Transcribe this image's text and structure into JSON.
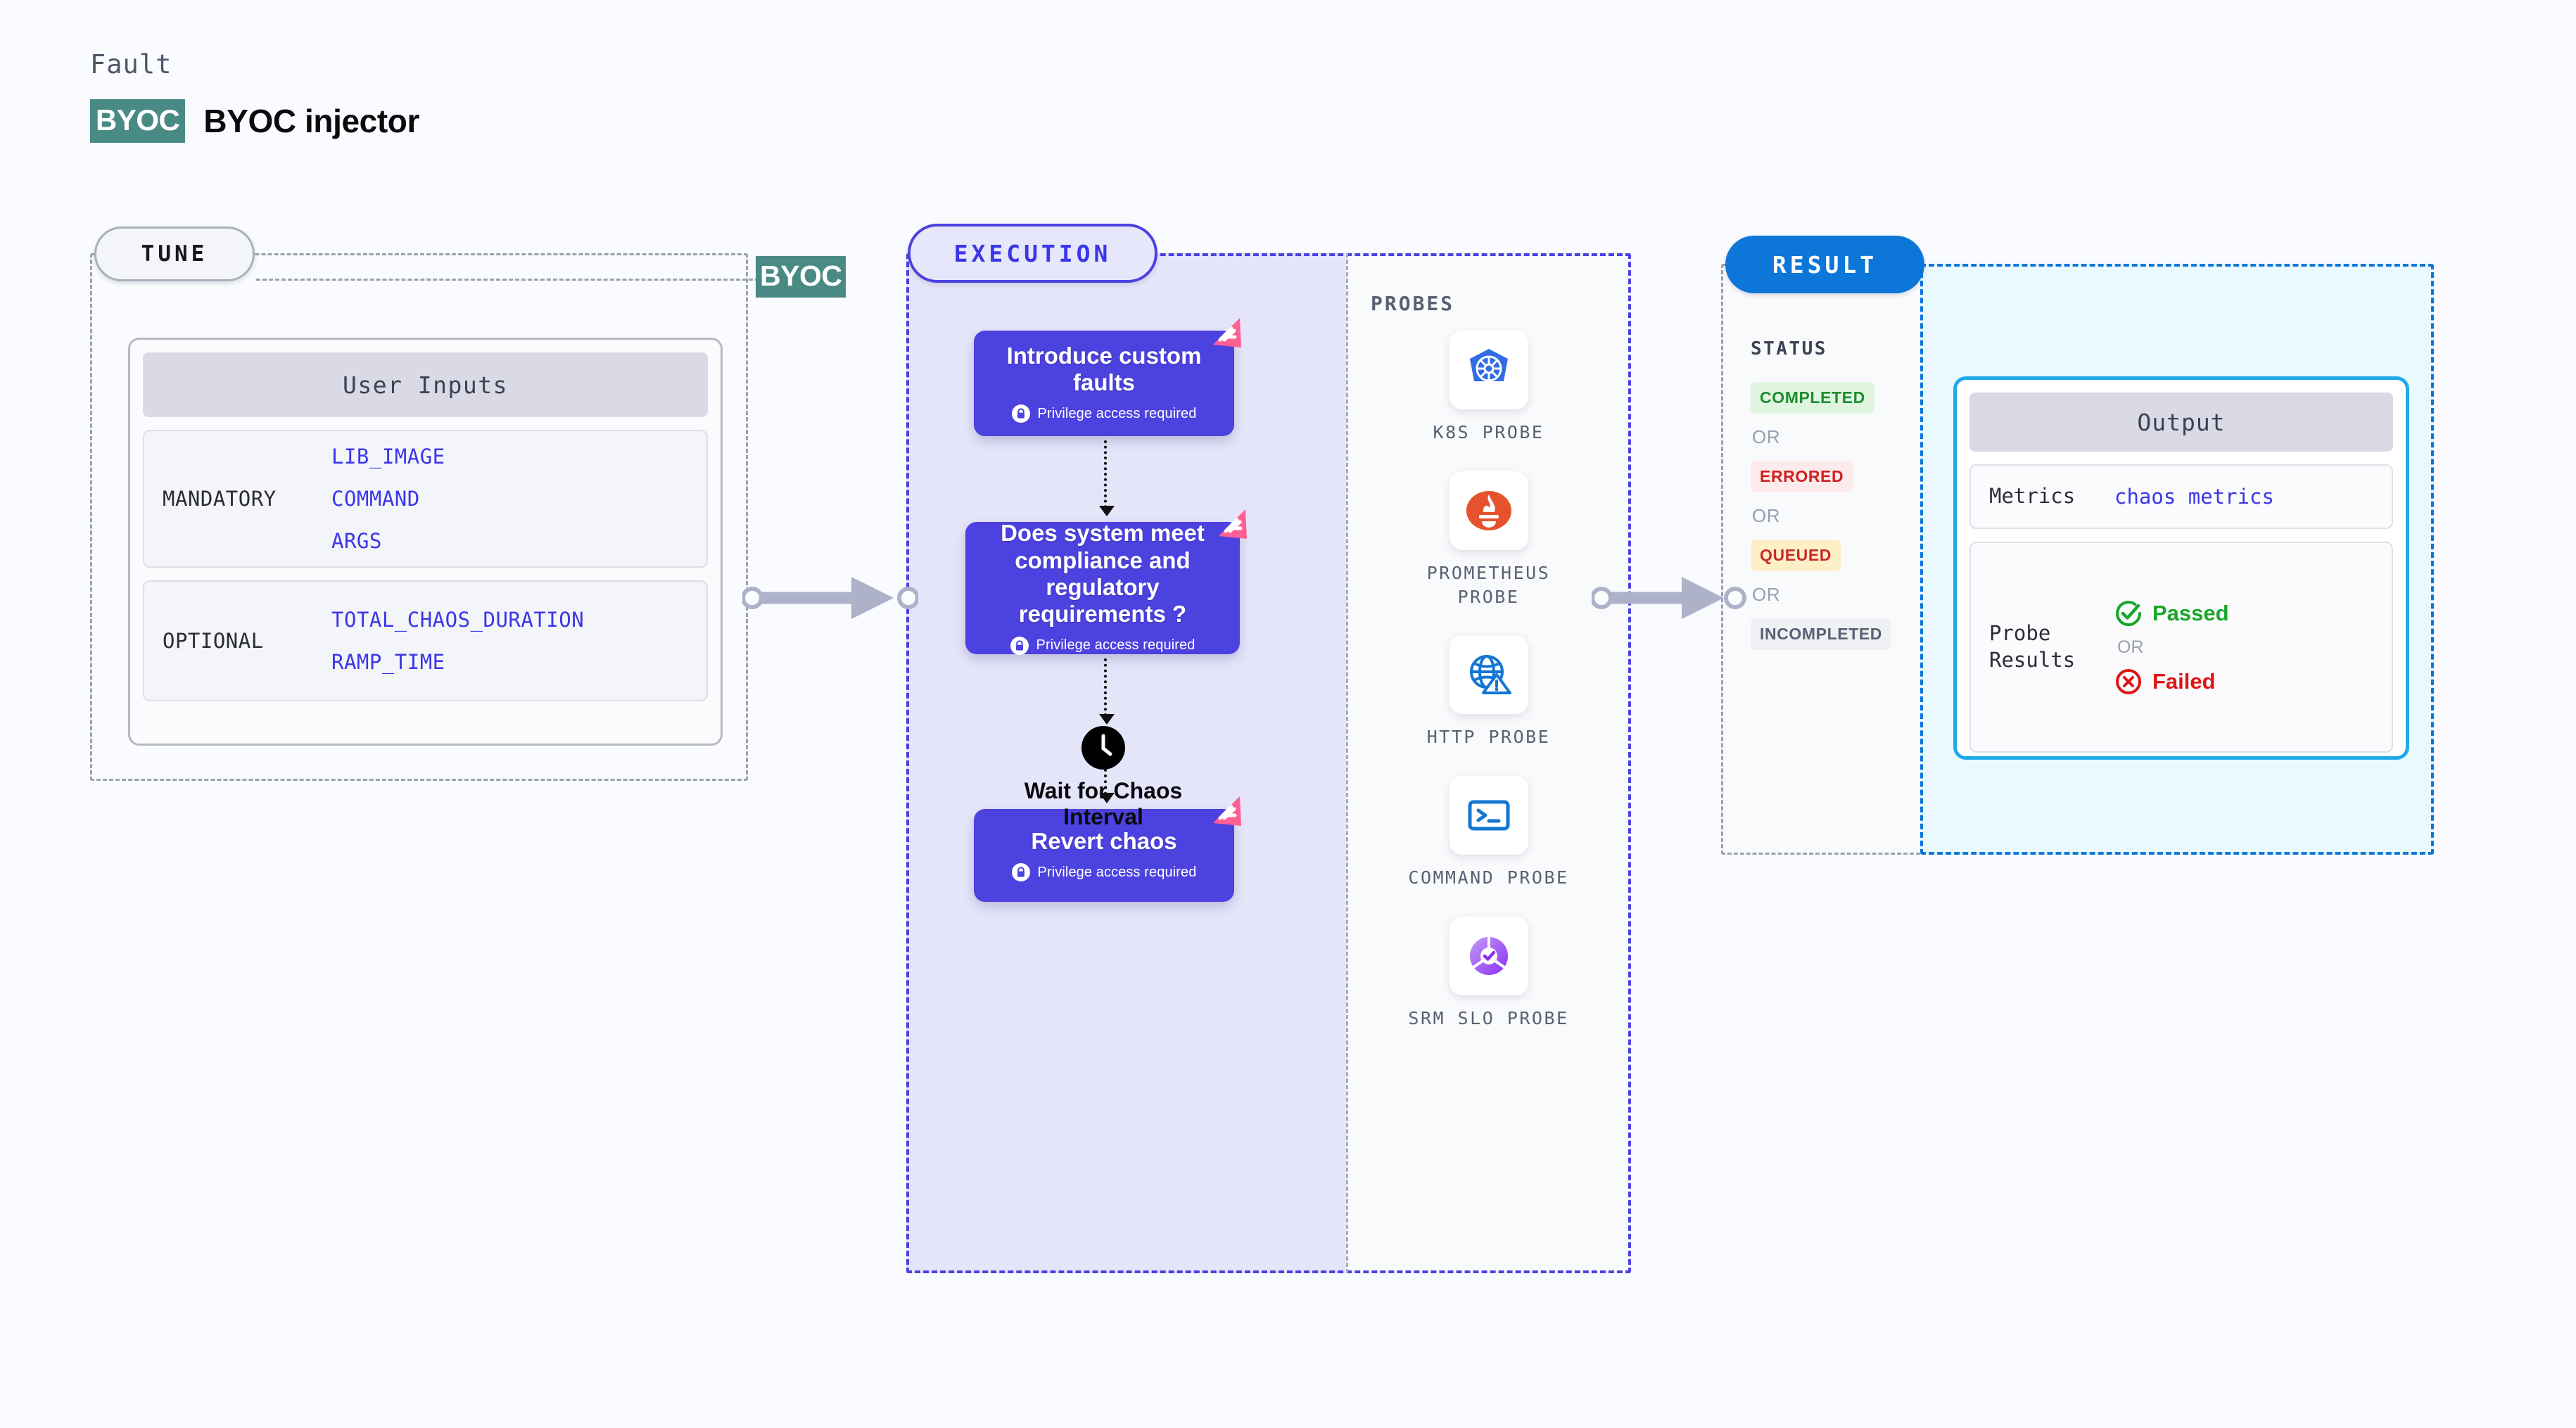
{
  "header": {
    "eyebrow": "Fault",
    "badge": "BYOC",
    "title": "BYOC injector"
  },
  "colors": {
    "background": "#f9fbfe",
    "byoc_teal": "#4a8a85",
    "execution_purple": "#4c42e0",
    "result_blue": "#0c77d8",
    "output_cyan": "#1fa9e8",
    "pink_badge": "#ff5f93",
    "completed_green": "#1e8e2f",
    "errored_red": "#cf2020",
    "queued_amber": "#c92a2a",
    "incompleted_gray": "#5a6072"
  },
  "tune": {
    "pill_label": "TUNE",
    "edge_badge": "BYOC",
    "card_title": "User Inputs",
    "groups": [
      {
        "label": "MANDATORY",
        "values": [
          "LIB_IMAGE",
          "COMMAND",
          "ARGS"
        ]
      },
      {
        "label": "OPTIONAL",
        "values": [
          "TOTAL_CHAOS_DURATION",
          "RAMP_TIME"
        ]
      }
    ]
  },
  "execution": {
    "pill_label": "EXECUTION",
    "probes_heading": "PROBES",
    "privilege_note": "Privilege access required",
    "nodes": [
      {
        "title": "Introduce custom faults",
        "privilege": "Privilege access required",
        "badge_icon": "harness-pink-badge-icon"
      },
      {
        "title": "Does system meet compliance and regulatory requirements ?",
        "privilege": "Privilege access required",
        "badge_icon": "harness-pink-badge-icon"
      },
      {
        "title": "Revert chaos",
        "privilege": "Privilege access required",
        "badge_icon": "harness-pink-badge-icon"
      }
    ],
    "wait_step": {
      "icon": "clock-icon",
      "label": "Wait for Chaos Interval"
    },
    "probes": [
      {
        "name": "K8S PROBE",
        "icon": "kubernetes-icon"
      },
      {
        "name": "PROMETHEUS PROBE",
        "icon": "prometheus-icon"
      },
      {
        "name": "HTTP PROBE",
        "icon": "globe-warning-icon"
      },
      {
        "name": "COMMAND PROBE",
        "icon": "terminal-icon"
      },
      {
        "name": "SRM SLO PROBE",
        "icon": "srm-slo-icon"
      }
    ]
  },
  "result": {
    "pill_label": "RESULT",
    "status_heading": "STATUS",
    "or_label": "OR",
    "statuses": [
      {
        "label": "COMPLETED",
        "bg": "#dff5e0",
        "fg": "#1e8e2f"
      },
      {
        "label": "ERRORED",
        "bg": "#fdeaea",
        "fg": "#cf2020"
      },
      {
        "label": "QUEUED",
        "bg": "#fdf0c8",
        "fg": "#c92a2a"
      },
      {
        "label": "INCOMPLETED",
        "bg": "#eef0f4",
        "fg": "#5a6072"
      }
    ],
    "output": {
      "title": "Output",
      "metrics_key": "Metrics",
      "metrics_value": "chaos metrics",
      "probe_key": "Probe Results",
      "passed_label": "Passed",
      "failed_label": "Failed",
      "or_label": "OR"
    }
  }
}
